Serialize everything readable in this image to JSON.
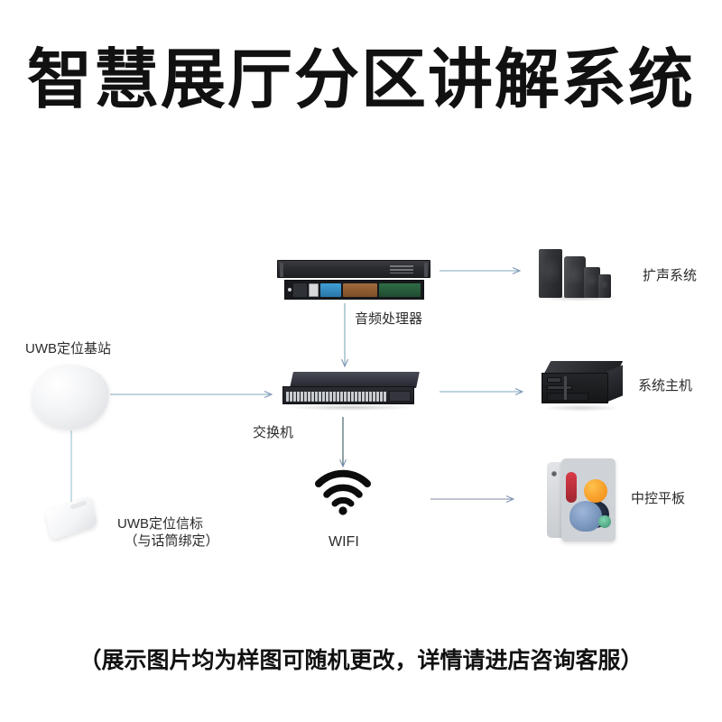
{
  "page": {
    "title": "智慧展厅分区讲解系统",
    "footer_note": "（展示图片均为样图可随机更改，详情请进店咨询客服）",
    "background_color": "#ffffff",
    "title_color": "#111111",
    "connector_color": "#7fa9bd"
  },
  "nodes": {
    "audio_processor": {
      "label": "音频处理器",
      "icon": "rack-audio-processor-icon"
    },
    "switch": {
      "label": "交换机",
      "icon": "network-switch-icon"
    },
    "uwb_base": {
      "label": "UWB定位基站",
      "icon": "uwb-base-station-icon"
    },
    "uwb_beacon": {
      "label_line1": "UWB定位信标",
      "label_line2": "（与话筒绑定）",
      "icon": "uwb-beacon-icon"
    },
    "wifi": {
      "label": "WIFI",
      "icon": "wifi-icon"
    },
    "speakers": {
      "label": "扩声系统",
      "icon": "speaker-array-icon"
    },
    "host": {
      "label": "系统主机",
      "icon": "rack-server-icon"
    },
    "tablet": {
      "label": "中控平板",
      "icon": "tablet-icon"
    }
  },
  "connections": [
    {
      "name": "audio-processor-to-speakers",
      "from": "audio_processor",
      "to": "speakers",
      "arrow": true,
      "direction": "right"
    },
    {
      "name": "audio-processor-to-switch",
      "from": "audio_processor",
      "to": "switch",
      "arrow": true,
      "direction": "down"
    },
    {
      "name": "uwb-base-to-switch",
      "from": "uwb_base",
      "to": "switch",
      "arrow": true,
      "direction": "right"
    },
    {
      "name": "uwb-base-to-beacon",
      "from": "uwb_base",
      "to": "uwb_beacon",
      "arrow": false,
      "direction": "down"
    },
    {
      "name": "switch-to-host",
      "from": "switch",
      "to": "host",
      "arrow": true,
      "direction": "right"
    },
    {
      "name": "switch-to-wifi",
      "from": "switch",
      "to": "wifi",
      "arrow": true,
      "direction": "down"
    },
    {
      "name": "wifi-to-tablet",
      "from": "wifi",
      "to": "tablet",
      "arrow": true,
      "direction": "right"
    }
  ]
}
